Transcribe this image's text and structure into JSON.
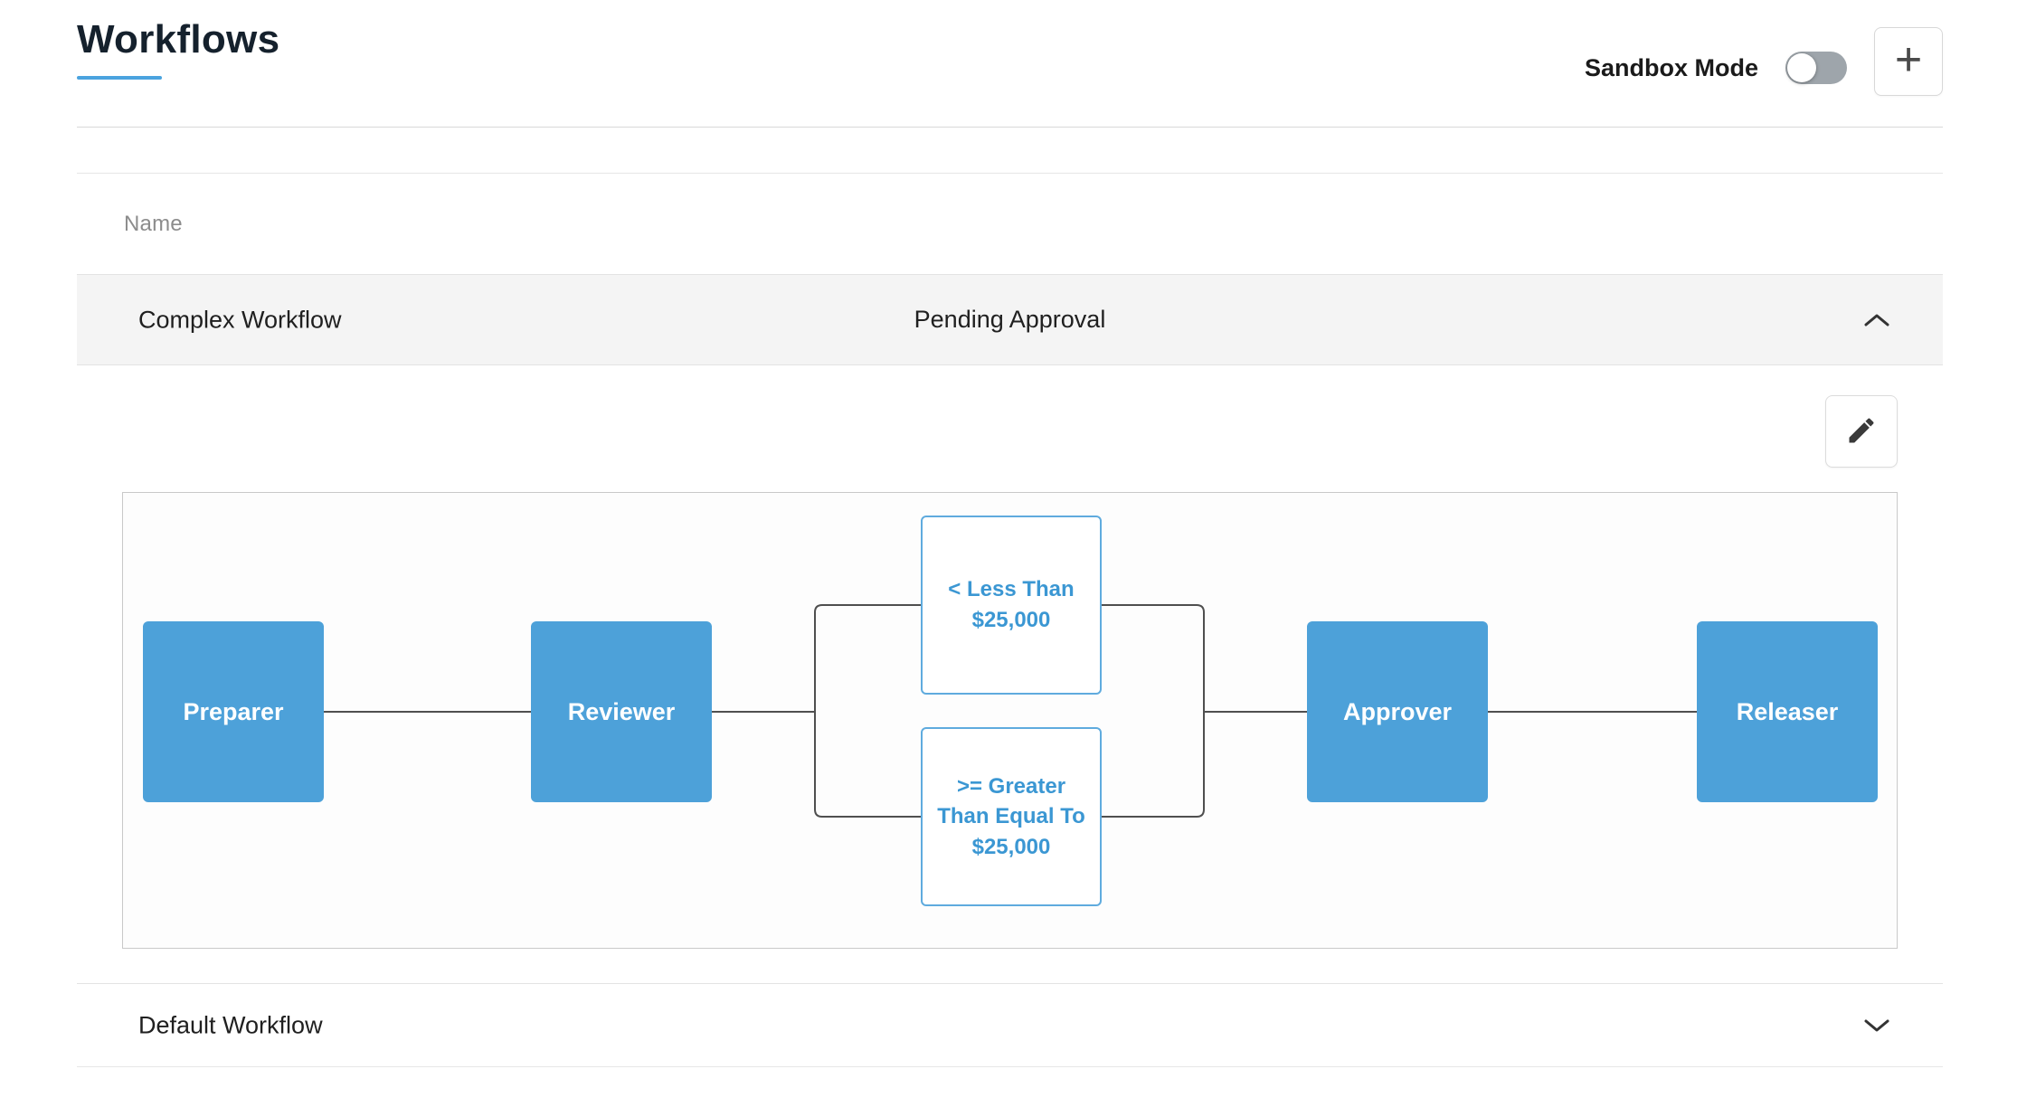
{
  "page": {
    "title": "Workflows"
  },
  "header": {
    "sandbox_mode_label": "Sandbox Mode",
    "sandbox_mode_state": "off",
    "add_button_label": "+"
  },
  "table": {
    "name_column_header": "Name"
  },
  "workflows": {
    "complex": {
      "name": "Complex Workflow",
      "status": "Pending Approval",
      "expanded": true
    },
    "default": {
      "name": "Default Workflow",
      "expanded": false
    }
  },
  "diagram": {
    "nodes": {
      "preparer": {
        "label": "Preparer"
      },
      "reviewer": {
        "label": "Reviewer"
      },
      "condition_top": {
        "label": "< Less Than $25,000"
      },
      "condition_bottom": {
        "label": ">= Greater Than Equal To $25,000"
      },
      "approver": {
        "label": "Approver"
      },
      "releaser": {
        "label": "Releaser"
      }
    },
    "icons": {
      "edit": "pencil-icon",
      "collapse": "chevron-up-icon",
      "expand": "chevron-down-icon"
    }
  },
  "colors": {
    "node_blue": "#4DA1D9",
    "accent_blue": "#4AA3DF",
    "condition_text_blue": "#3B97D3",
    "row_highlight": "#F4F4F4",
    "connector_gray": "#4F4F4F"
  }
}
